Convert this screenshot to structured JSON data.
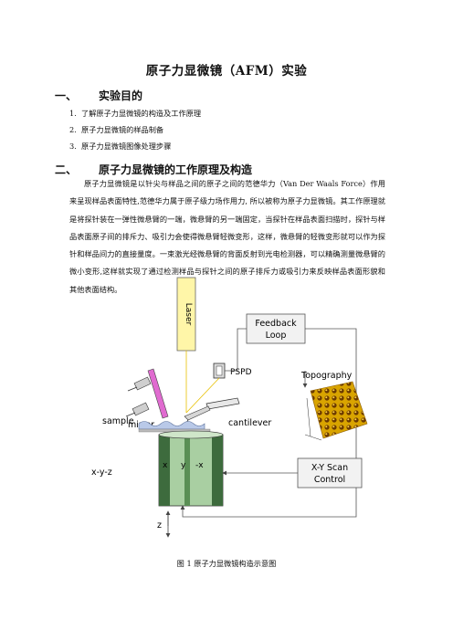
{
  "title": "原子力显微镜（AFM）实验",
  "section1": {
    "number": "一、",
    "heading": "实验目的",
    "items": [
      {
        "n": "1.",
        "text": "了解原子力显微镜的构造及工作原理"
      },
      {
        "n": "2.",
        "text": "原子力显微镜的样品制备"
      },
      {
        "n": "3.",
        "text": "原子力显微镜图像处理步骤"
      }
    ]
  },
  "section2": {
    "number": "二、",
    "heading": "原子力显微镜的工作原理及构造",
    "paragraph": "原子力显微镜是以针尖与样品之间的原子之间的范德华力（Van Der Waals Force）作用来呈现样品表面特性,范德华力属于原子级力场作用力, 所以被称为原子力显微镜。其工作原理就是将探针装在一弹性微悬臂的一端，微悬臂的另一端固定，当探针在样品表面扫描时，探针与样品表面原子间的排斥力、吸引力会使得微悬臂轻微变形，这样，微悬臂的轻微变形就可以作为探针和样品间力的直接量度。一束激光经微悬臂的背面反射到光电检测器，可以精确测量微悬臂的微小变形,这样就实现了通过检测样品与探针之间的原子排斥力或吸引力来反映样品表面形貌和其他表面结构。"
  },
  "figure": {
    "labels": {
      "laser": "Laser",
      "feedback_line1": "Feedback",
      "feedback_line2": "Loop",
      "pspd": "PSPD",
      "mirror": "mirror",
      "sample": "sample",
      "cantilever": "cantilever",
      "topography": "Topography",
      "xyz": "x-y-z",
      "x": "x",
      "y": "y",
      "minus_x": "-x",
      "scan_line1": "X-Y Scan",
      "scan_line2": "Control",
      "z": "z"
    },
    "caption": "图 1  原子力显微镜构造示意图"
  },
  "colors": {
    "laser_fill": "#fff6a8",
    "mirror_fill": "#e06bd0",
    "scanner_dark": "#3d6b3d",
    "scanner_light": "#a9cfa2",
    "topography_gold": "#d9a400",
    "box_stroke": "#555555"
  }
}
